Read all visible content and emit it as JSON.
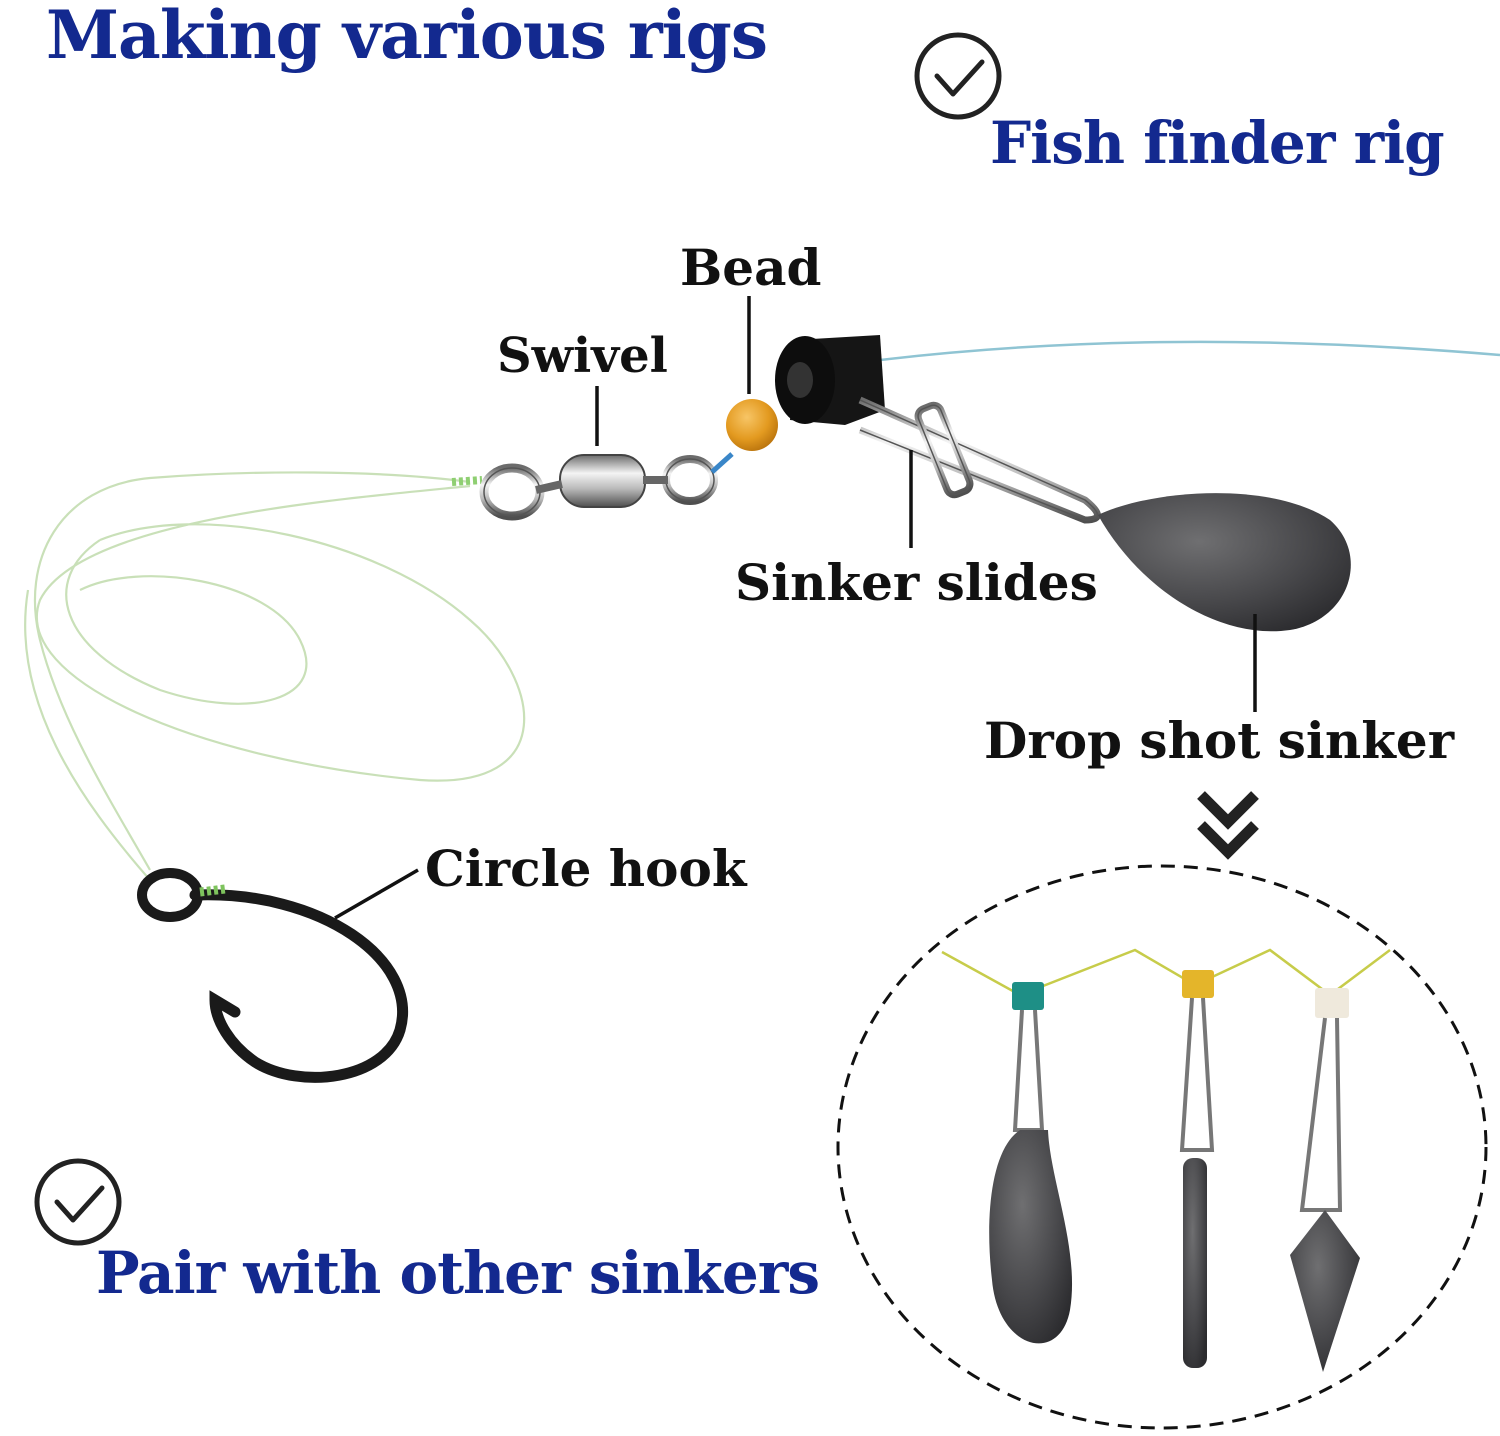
{
  "title": "Making various rigs",
  "features": {
    "fish_finder": "Fish finder rig",
    "pair_sinkers": "Pair with other sinkers"
  },
  "labels": {
    "bead": "Bead",
    "swivel": "Swivel",
    "sinker_slides": "Sinker slides",
    "drop_shot_sinker": "Drop shot sinker",
    "circle_hook": "Circle hook"
  },
  "colors": {
    "heading_blue": "#13298f",
    "label_black": "#111111",
    "bead_orange": "#e39a20",
    "leader_green": "#b9d8a6",
    "main_line_blue": "#8fc4d3",
    "slide_teal": "#1e8f86",
    "slide_yellow": "#e4b52a",
    "slide_white": "#efe9dc"
  },
  "icons": {
    "check": "check-circle-icon",
    "arrow": "double-chevron-down-icon"
  }
}
